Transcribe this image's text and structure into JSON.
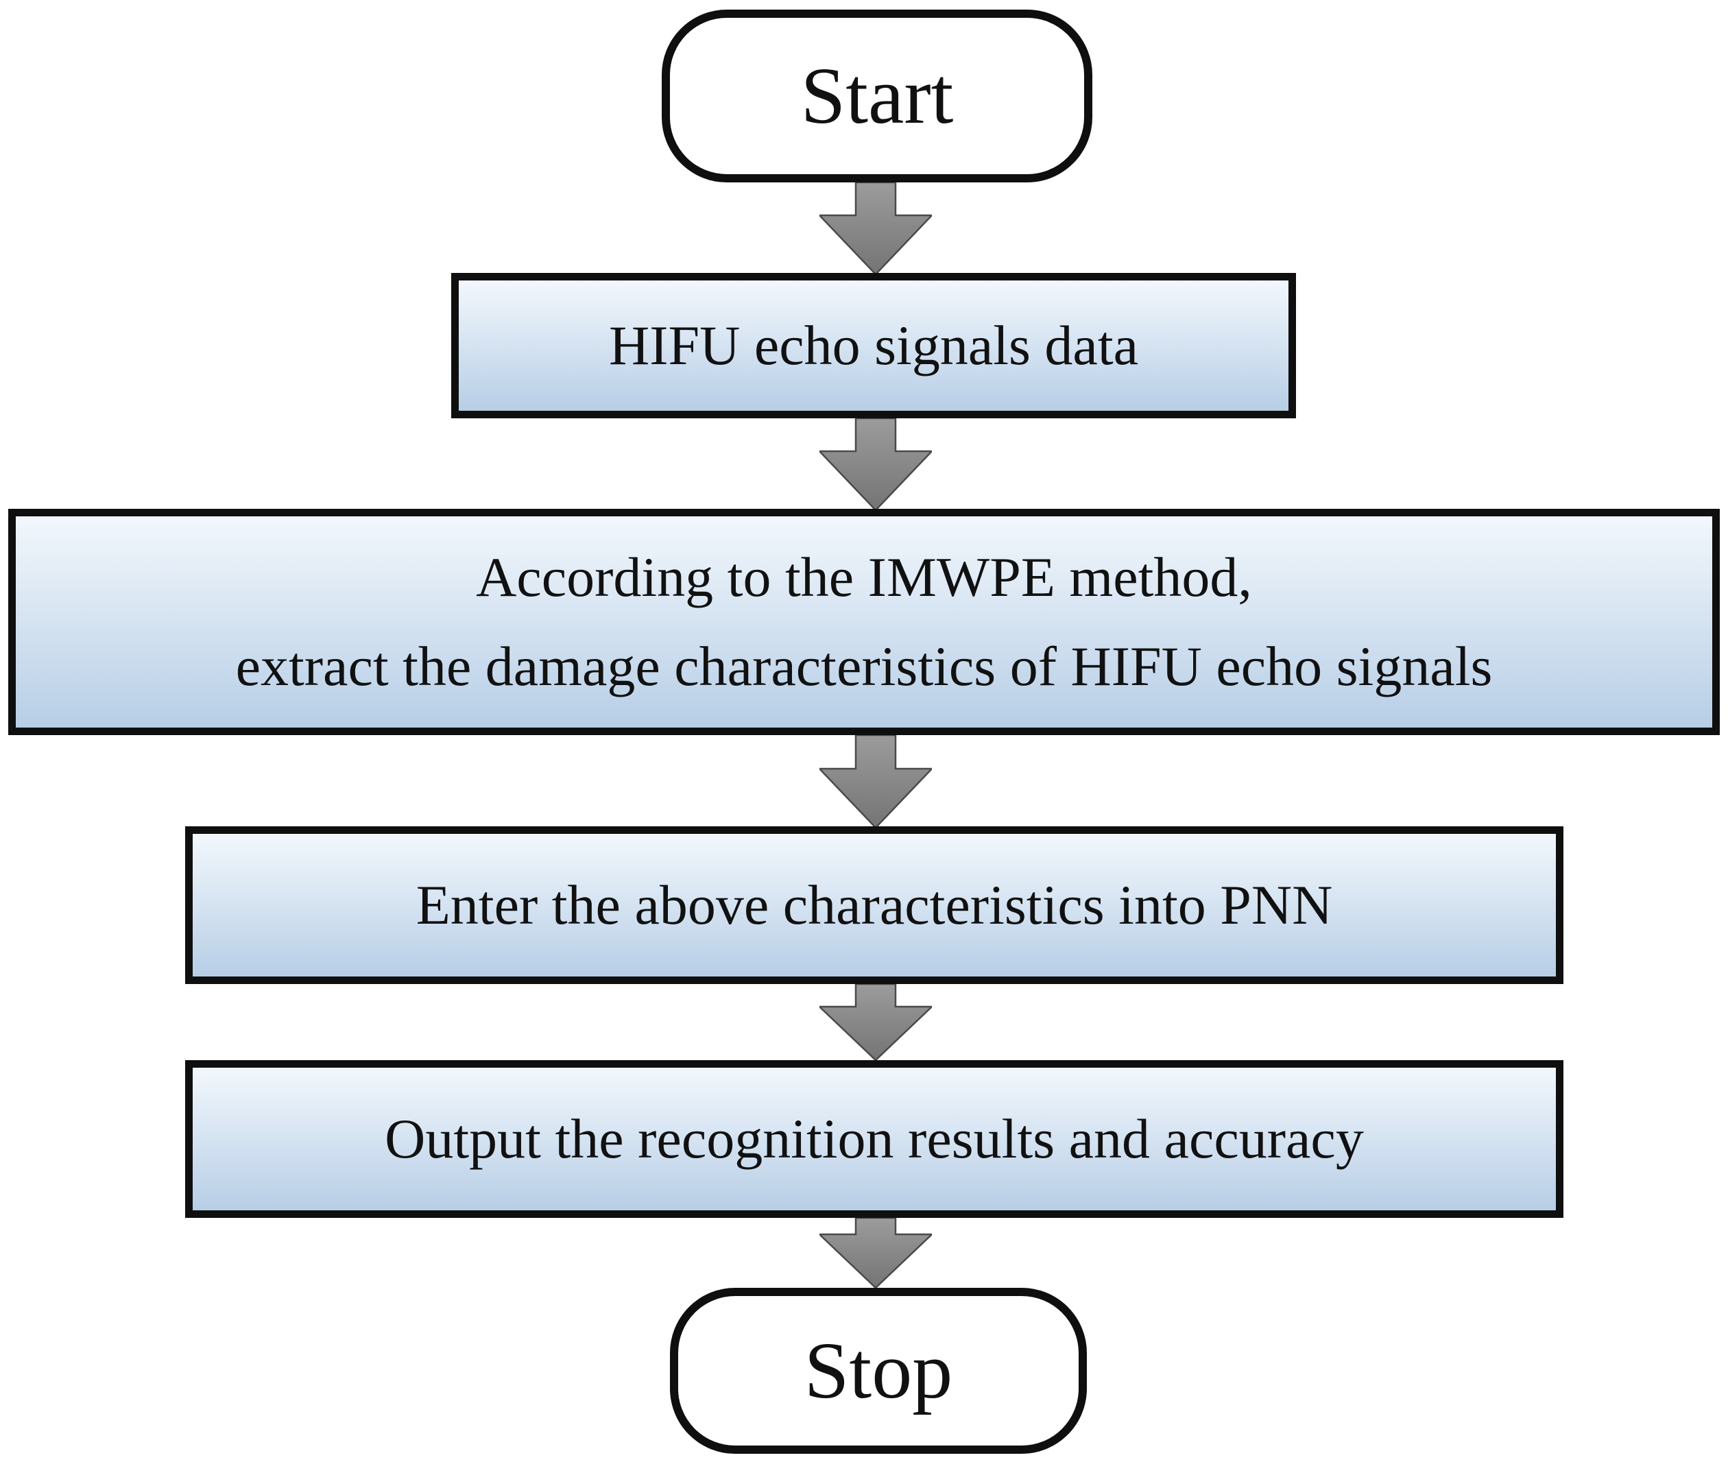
{
  "flowchart": {
    "nodes": [
      {
        "id": "start",
        "type": "terminator",
        "label": "Start"
      },
      {
        "id": "hifu-data",
        "type": "process",
        "label": "HIFU echo signals data"
      },
      {
        "id": "imwpe-extract",
        "type": "process",
        "label": "According to the IMWPE method,\nextract the damage characteristics of HIFU echo signals"
      },
      {
        "id": "enter-pnn",
        "type": "process",
        "label": "Enter the above characteristics into PNN"
      },
      {
        "id": "output-results",
        "type": "process",
        "label": "Output the recognition results and accuracy"
      },
      {
        "id": "stop",
        "type": "terminator",
        "label": "Stop"
      }
    ],
    "edges": [
      {
        "from": "start",
        "to": "hifu-data"
      },
      {
        "from": "hifu-data",
        "to": "imwpe-extract"
      },
      {
        "from": "imwpe-extract",
        "to": "enter-pnn"
      },
      {
        "from": "enter-pnn",
        "to": "output-results"
      },
      {
        "from": "output-results",
        "to": "stop"
      }
    ],
    "colors": {
      "background": "#ffffff",
      "process_fill_top": "#f2f7fc",
      "process_fill_bottom": "#b7cee6",
      "terminator_fill": "#ffffff",
      "node_border": "#0f0f0f",
      "arrow_fill_top": "#9c9c9c",
      "arrow_fill_bottom": "#747474",
      "arrow_outline": "#4a4a4a",
      "text": "#111111"
    }
  }
}
